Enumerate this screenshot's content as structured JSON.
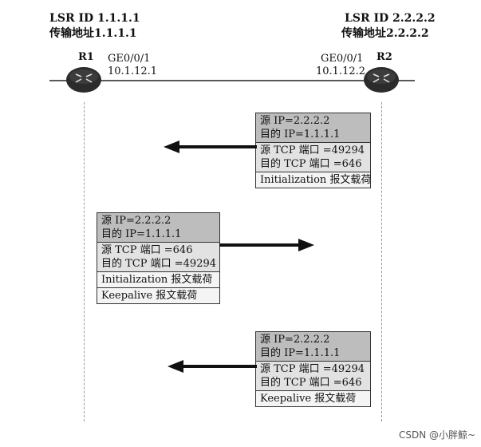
{
  "left_header": {
    "lsr_id": "LSR ID 1.1.1.1",
    "transport": "传输地址1.1.1.1"
  },
  "right_header": {
    "lsr_id": "LSR ID 2.2.2.2",
    "transport": "传输地址2.2.2.2"
  },
  "r1": {
    "name": "R1",
    "interface": "GE0/0/1",
    "ip": "10.1.12.1"
  },
  "r2": {
    "name": "R2",
    "interface": "GE0/0/1",
    "ip": "10.1.12.2"
  },
  "packets": [
    {
      "ip": [
        "源 IP=2.2.2.2",
        "目的 IP=1.1.1.1"
      ],
      "tcp": [
        "源 TCP 端口 =49294",
        "目的 TCP 端口 =646"
      ],
      "payloads": [
        "Initialization 报文载荷"
      ],
      "direction": "to-R1"
    },
    {
      "ip": [
        "源 IP=2.2.2.2",
        "目的 IP=1.1.1.1"
      ],
      "tcp": [
        "源 TCP 端口 =646",
        "目的 TCP 端口 =49294"
      ],
      "payloads": [
        "Initialization 报文载荷",
        "Keepalive 报文载荷"
      ],
      "direction": "to-R2"
    },
    {
      "ip": [
        "源 IP=2.2.2.2",
        "目的 IP=1.1.1.1"
      ],
      "tcp": [
        "源 TCP 端口 =49294",
        "目的 TCP 端口 =646"
      ],
      "payloads": [
        "Keepalive 报文载荷"
      ],
      "direction": "to-R1"
    }
  ],
  "watermark": "CSDN @小胖鲸~",
  "colors": {
    "ip_header": "#bdbdbd",
    "tcp_header": "#e2e2e2",
    "router": "#2b2b2b"
  }
}
